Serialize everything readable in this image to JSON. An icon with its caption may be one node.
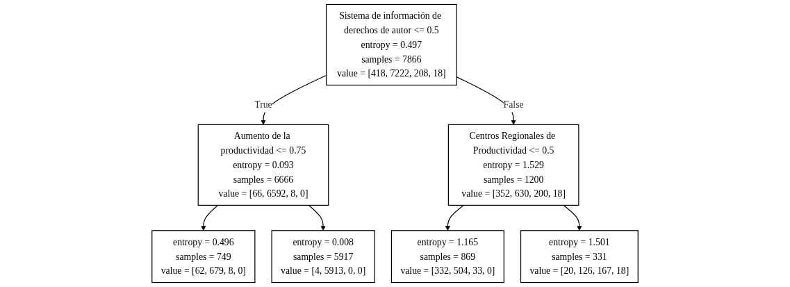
{
  "diagram": {
    "nodes": [
      {
        "text": [
          "Sistema de información de derechos de autor <= 0.5",
          "entropy = 0.497",
          "samples = 7866",
          "value = [418, 7222, 208, 18]"
        ]
      },
      {
        "text": [
          "Aumento de la productividad <= 0.75",
          "entropy = 0.093",
          "samples = 6666",
          "value = [66, 6592, 8, 0]"
        ]
      },
      {
        "text": [
          "Centros Regionales de Productividad <= 0.5",
          "entropy = 1.529",
          "samples = 1200",
          "value = [352, 630, 200, 18]"
        ]
      },
      {
        "text": [
          "entropy = 0.496",
          "samples = 749",
          "value = [62, 679, 8, 0]"
        ]
      },
      {
        "text": [
          "entropy = 0.008",
          "samples = 5917",
          "value = [4, 5913, 0, 0]"
        ]
      },
      {
        "text": [
          "entropy = 1.165",
          "samples = 869",
          "value = [332, 504, 33, 0]"
        ]
      },
      {
        "text": [
          "entropy = 1.501",
          "samples = 331",
          "value = [20, 126, 167, 18]"
        ]
      }
    ],
    "edges": [
      {
        "from": 0,
        "to": 1,
        "arrow": "to",
        "label": "True"
      },
      {
        "from": 0,
        "to": 2,
        "arrow": "to",
        "label": "False"
      },
      {
        "from": 1,
        "to": 3,
        "arrow": "to"
      },
      {
        "from": 1,
        "to": 4,
        "arrow": "to"
      },
      {
        "from": 2,
        "to": 5,
        "arrow": "to"
      },
      {
        "from": 2,
        "to": 6,
        "arrow": "to"
      }
    ]
  }
}
